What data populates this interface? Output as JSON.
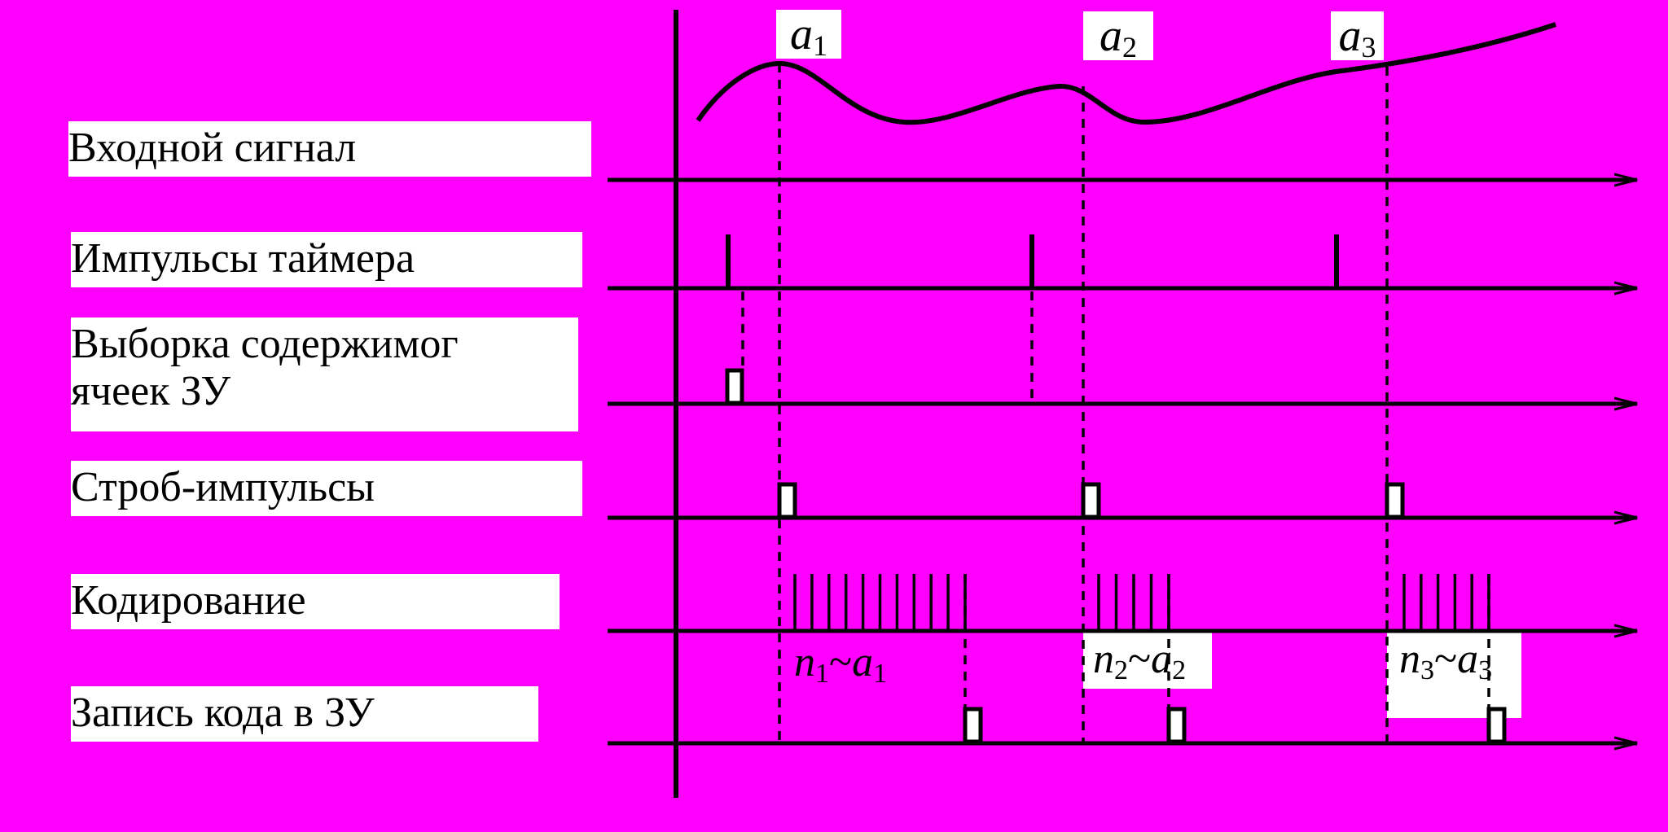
{
  "rows": [
    {
      "id": "input",
      "label": "Входной сигнал"
    },
    {
      "id": "timer",
      "label": "Импульсы таймера"
    },
    {
      "id": "sample",
      "label_line1": "Выборка содержимог",
      "label_line2": "ячеек ЗУ"
    },
    {
      "id": "strobe",
      "label": "Строб-импульсы"
    },
    {
      "id": "coding",
      "label": "Кодирование"
    },
    {
      "id": "write",
      "label": "Запись кода в ЗУ"
    }
  ],
  "markers": [
    {
      "var": "a",
      "sub": "1"
    },
    {
      "var": "a",
      "sub": "2"
    },
    {
      "var": "a",
      "sub": "3"
    }
  ],
  "codes": [
    {
      "n": "n",
      "n_sub": "1",
      "rel": "~",
      "a": "a",
      "a_sub": "1",
      "pulses": 11
    },
    {
      "n": "n",
      "n_sub": "2",
      "rel": "~",
      "a": "a",
      "a_sub": "2",
      "pulses": 5
    },
    {
      "n": "n",
      "n_sub": "3",
      "rel": "~",
      "a": "a",
      "a_sub": "3",
      "pulses": 6
    }
  ],
  "colors": {
    "background": "#ff00ff",
    "line": "#000000",
    "label_bg": "#ffffff"
  }
}
